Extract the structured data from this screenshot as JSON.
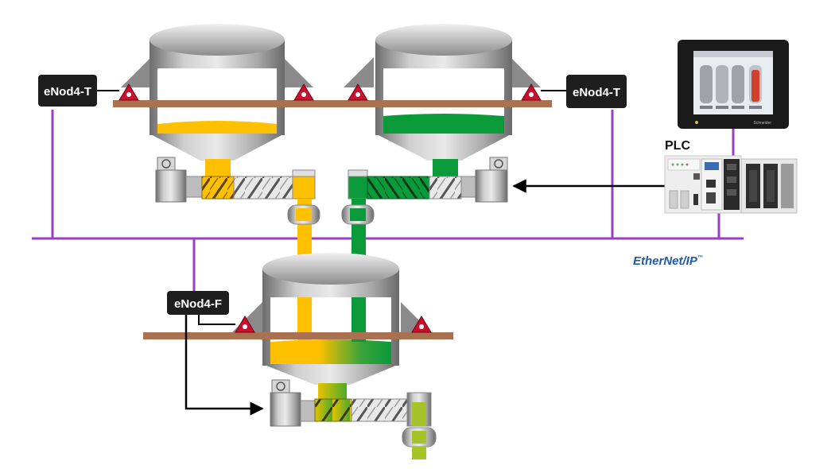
{
  "labels": {
    "enod_left": "eNod4-T",
    "enod_right": "eNod4-T",
    "enod_bottom": "eNod4-F",
    "plc": "PLC",
    "network_prefix": "Ether",
    "network_mid": "Net",
    "network_suffix": "/IP",
    "network_mark": "™"
  },
  "colors": {
    "network": "#9a3fc4",
    "beam": "#a9714f",
    "yellow": "#ffc000",
    "green": "#0a9a3a",
    "sensor": "#c8102e",
    "device_box": "#1e1e1e",
    "logo": "#1e5aa8"
  },
  "hmi": {
    "tanks": [
      "gray",
      "gray",
      "gray",
      "red"
    ]
  }
}
